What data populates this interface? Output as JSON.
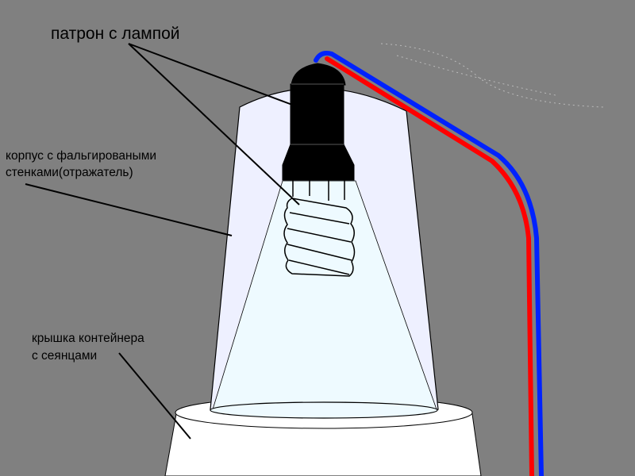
{
  "labels": {
    "socket": "патрон с лампой",
    "reflector_line1": "корпус с фальгироваными",
    "reflector_line2": "стенками(отражатель)",
    "lid_line1": "крышка контейнера",
    "lid_line2": "с сеянцами"
  },
  "colors": {
    "background": "#808080",
    "reflector": "#eef0ff",
    "light": "#eefaff",
    "wire_red": "#ff0000",
    "wire_blue": "#0022ff"
  }
}
